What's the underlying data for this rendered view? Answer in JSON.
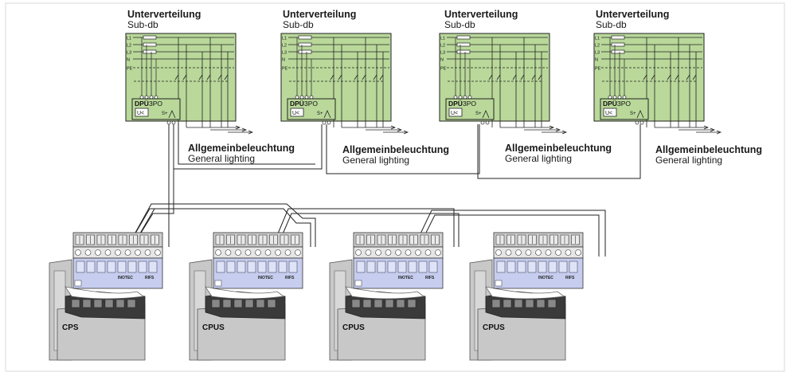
{
  "panels": [
    {
      "title_de": "Unterverteilung",
      "title_en": "Sub-db",
      "lighting_de": "Allgemeinbeleuchtung",
      "lighting_en": "General lighting",
      "device_label": "DPÜ 3PO",
      "relay_label": "U<",
      "switch_label": "S+"
    },
    {
      "title_de": "Unterverteilung",
      "title_en": "Sub-db",
      "lighting_de": "Allgemeinbeleuchtung",
      "lighting_en": "General lighting",
      "device_label": "DPÜ 3PO",
      "relay_label": "U<",
      "switch_label": "S+"
    },
    {
      "title_de": "Unterverteilung",
      "title_en": "Sub-db",
      "lighting_de": "Allgemeinbeleuchtung",
      "lighting_en": "General lighting",
      "device_label": "DPÜ 3PO",
      "relay_label": "U<",
      "switch_label": "S+"
    },
    {
      "title_de": "Unterverteilung",
      "title_en": "Sub-db",
      "lighting_de": "Allgemeinbeleuchtung",
      "lighting_en": "General lighting",
      "device_label": "DPÜ 3PO",
      "relay_label": "U<",
      "switch_label": "S+"
    }
  ],
  "bus_labels": [
    "L1",
    "L2",
    "L3",
    "N",
    "PE"
  ],
  "systems": [
    {
      "label": "CPS",
      "module_brand": "INOTEC",
      "module_name": "RIFS"
    },
    {
      "label": "CPUS",
      "module_brand": "INOTEC",
      "module_name": "RIFS"
    },
    {
      "label": "CPUS",
      "module_brand": "INOTEC",
      "module_name": "RIFS"
    },
    {
      "label": "CPUS",
      "module_brand": "INOTEC",
      "module_name": "RIFS"
    }
  ],
  "colors": {
    "panel_fill": "#b9d89a",
    "panel_stroke": "#222222",
    "module_fill": "#c6cdee",
    "cabinet_fill": "#c8c8c8",
    "wire": "#222222"
  }
}
